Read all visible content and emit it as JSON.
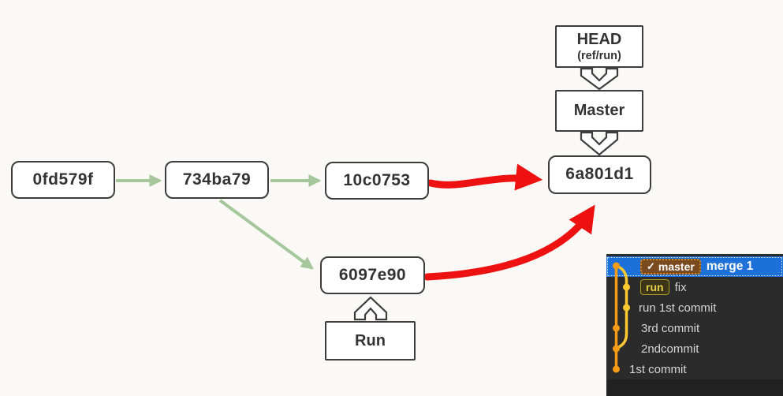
{
  "diagram": {
    "commits": [
      {
        "label": "0fd579f"
      },
      {
        "label": "734ba79"
      },
      {
        "label": "10c0753"
      },
      {
        "label": "6a801d1"
      },
      {
        "label": "6097e90"
      }
    ],
    "refs": {
      "head": {
        "label": "HEAD",
        "sublabel": "(ref/run)"
      },
      "master": {
        "label": "Master"
      },
      "run": {
        "label": "Run"
      }
    },
    "edges": [
      {
        "from": "0fd579f",
        "to": "734ba79",
        "style": "green-arrow"
      },
      {
        "from": "734ba79",
        "to": "10c0753",
        "style": "green-arrow"
      },
      {
        "from": "734ba79",
        "to": "6097e90",
        "style": "green-arrow"
      },
      {
        "from": "10c0753",
        "to": "6a801d1",
        "style": "red-thick-arrow"
      },
      {
        "from": "6097e90",
        "to": "6a801d1",
        "style": "red-thick-arrow"
      },
      {
        "from": "HEAD",
        "to": "Master",
        "style": "hollow-block-arrow"
      },
      {
        "from": "Master",
        "to": "6a801d1",
        "style": "hollow-block-arrow"
      },
      {
        "from": "Run",
        "to": "6097e90",
        "style": "hollow-block-arrow"
      }
    ],
    "colors": {
      "background": "#faf9f6",
      "box_fill": "#ffffff",
      "box_border": "#3d3d3d",
      "box_text": "#333333",
      "parent_arrow_green": "#a6c79c",
      "merge_arrow_red": "#ee1111"
    }
  },
  "log_panel": {
    "check_glyph": "✓",
    "rows": [
      {
        "badge": "master",
        "message": "merge 1",
        "selected": true,
        "lane": "master"
      },
      {
        "badge": "run",
        "message": "fix",
        "lane": "run"
      },
      {
        "message": "run 1st commit",
        "lane": "run"
      },
      {
        "message": "3rd commit",
        "lane": "master"
      },
      {
        "message": "2ndcommit",
        "lane": "master"
      },
      {
        "message": "1st commit",
        "lane": "master"
      }
    ],
    "colors": {
      "background": "#2b2b2b",
      "footer": "#212121",
      "selected_row": "#1c70d7",
      "master_lane_orange": "#f59c16",
      "run_lane_yellow": "#fdc830",
      "master_badge_bg": "#7b4b20",
      "master_badge_border": "#cf8c2f",
      "run_badge_text": "#e6d04b",
      "message_text": "#d6d6d6"
    }
  }
}
